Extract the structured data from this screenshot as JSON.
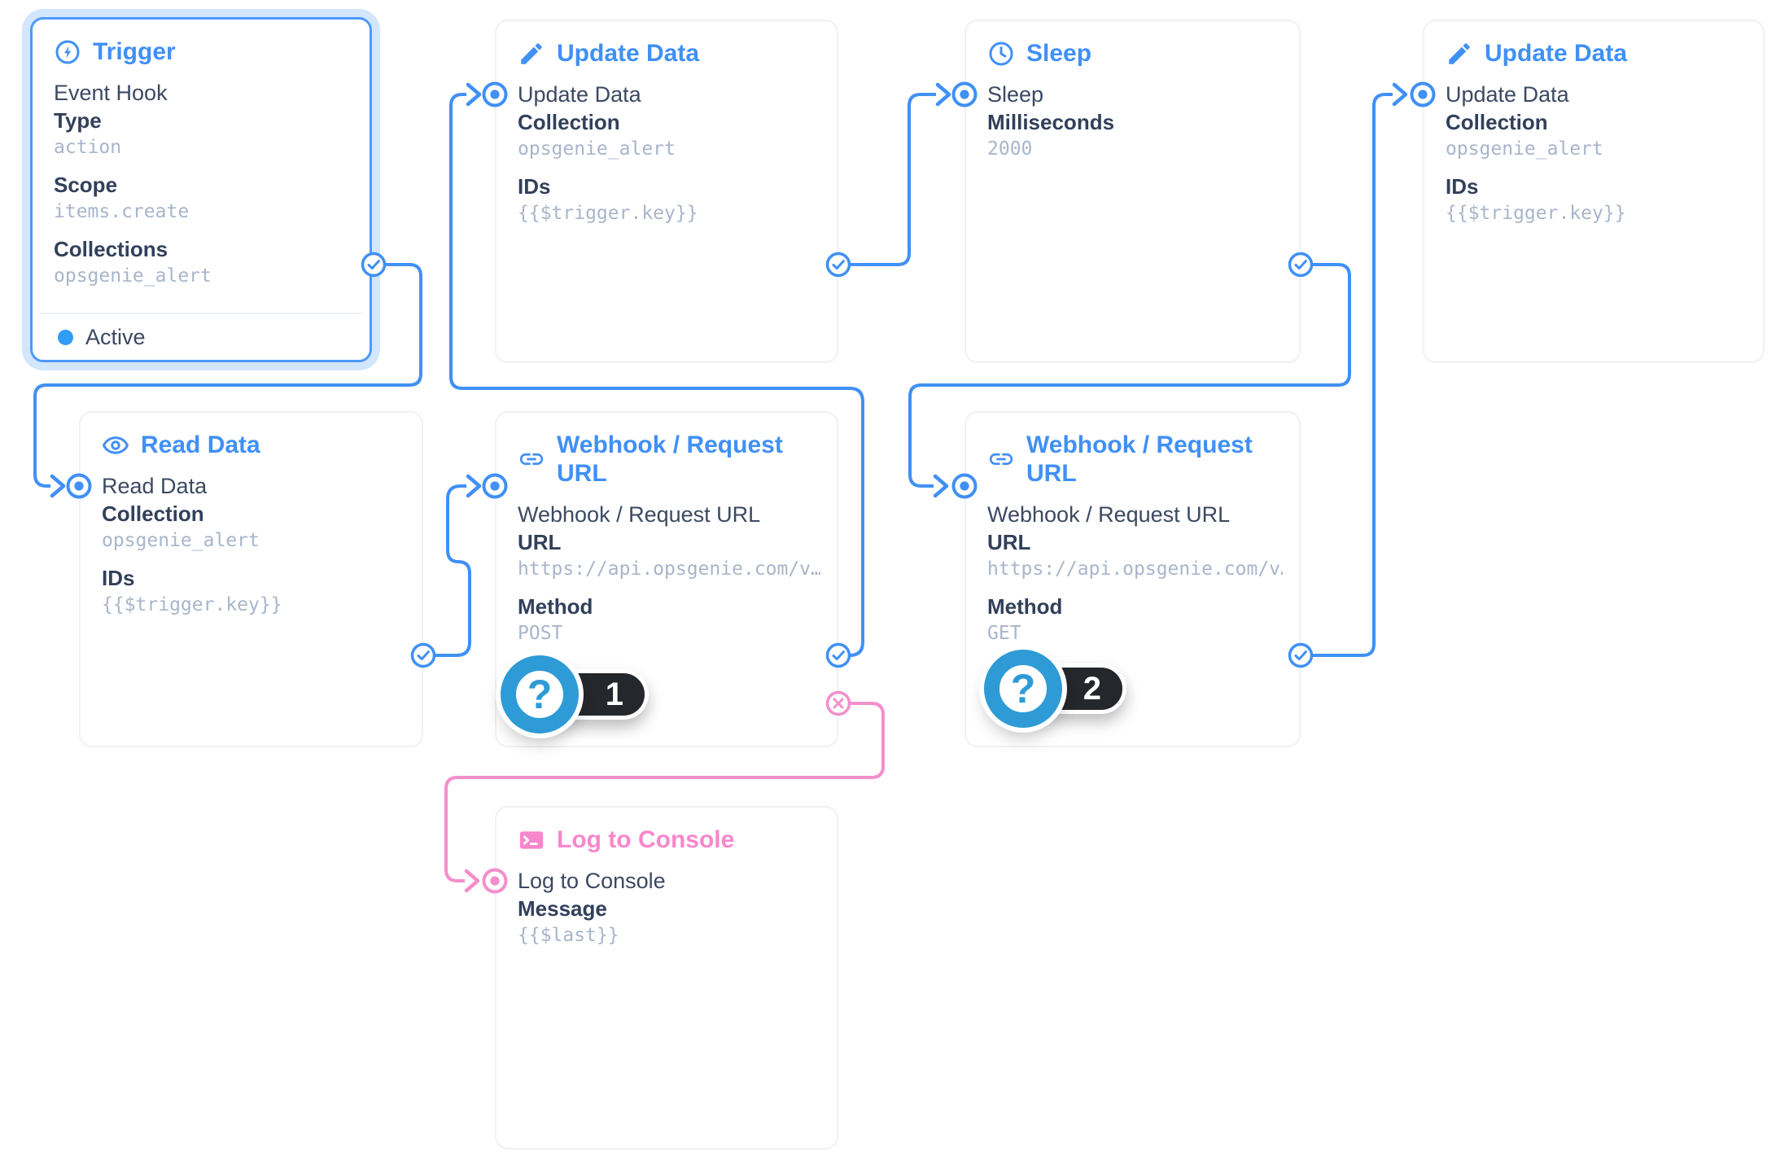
{
  "colors": {
    "accent_blue": "#4090F5",
    "badge_blue": "#2E9BD6",
    "pink": "#F887CC",
    "pill_dark": "#24272B",
    "active_dot": "#2F9CF5",
    "value_gray": "#A8B5CA"
  },
  "badges": {
    "symbol": "?"
  },
  "nodes": {
    "trigger": {
      "title": "Trigger",
      "name": "Event Hook",
      "fields": [
        {
          "label": "Type",
          "value": "action"
        },
        {
          "label": "Scope",
          "value": "items.create"
        },
        {
          "label": "Collections",
          "value": "opsgenie_alert"
        }
      ],
      "status": "Active"
    },
    "update1": {
      "title": "Update Data",
      "name": "Update Data",
      "fields": [
        {
          "label": "Collection",
          "value": "opsgenie_alert"
        },
        {
          "label": "IDs",
          "value": "{{$trigger.key}}"
        }
      ]
    },
    "sleep": {
      "title": "Sleep",
      "name": "Sleep",
      "fields": [
        {
          "label": "Milliseconds",
          "value": "2000"
        }
      ]
    },
    "update2": {
      "title": "Update Data",
      "name": "Update Data",
      "fields": [
        {
          "label": "Collection",
          "value": "opsgenie_alert"
        },
        {
          "label": "IDs",
          "value": "{{$trigger.key}}"
        }
      ]
    },
    "read": {
      "title": "Read Data",
      "name": "Read Data",
      "fields": [
        {
          "label": "Collection",
          "value": "opsgenie_alert"
        },
        {
          "label": "IDs",
          "value": "{{$trigger.key}}"
        }
      ]
    },
    "webhook1": {
      "title": "Webhook / Request URL",
      "name": "Webhook / Request URL",
      "fields": [
        {
          "label": "URL",
          "value": "https://api.opsgenie.com/v…"
        },
        {
          "label": "Method",
          "value": "POST"
        }
      ],
      "badge": "1"
    },
    "webhook2": {
      "title": "Webhook / Request URL",
      "name": "Webhook / Request URL",
      "fields": [
        {
          "label": "URL",
          "value": "https://api.opsgenie.com/v…"
        },
        {
          "label": "Method",
          "value": "GET"
        }
      ],
      "badge": "2"
    },
    "log": {
      "title": "Log to Console",
      "name": "Log to Console",
      "fields": [
        {
          "label": "Message",
          "value": "{{$last}}"
        }
      ]
    }
  }
}
